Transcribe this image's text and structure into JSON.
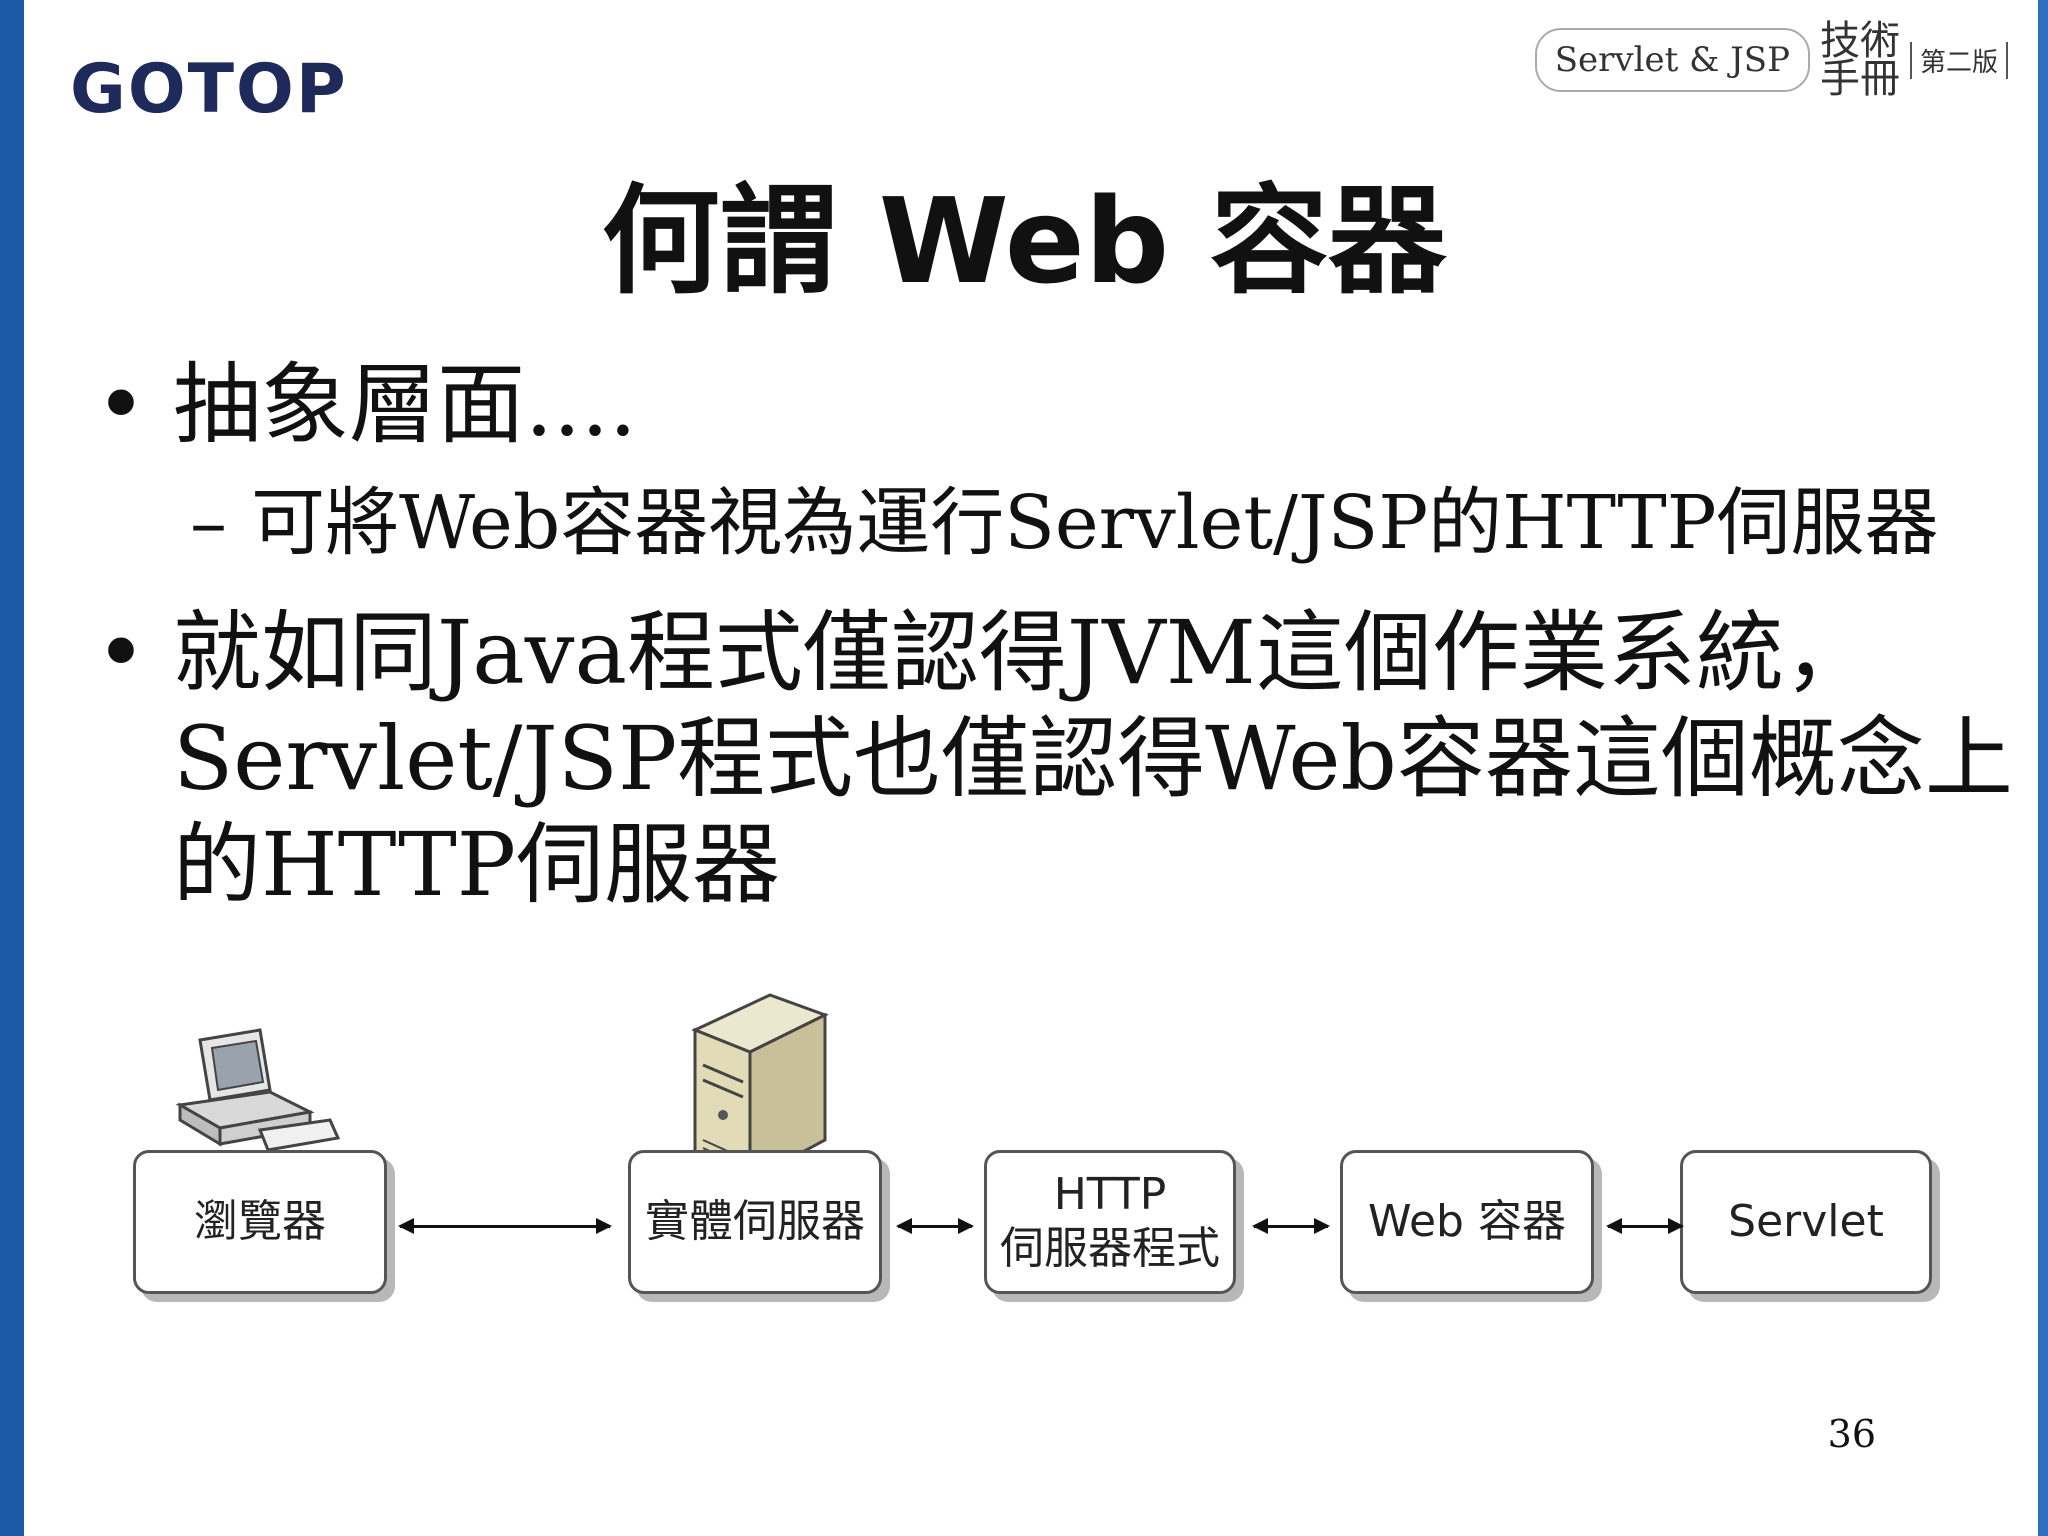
{
  "header": {
    "logo": "GOTOP",
    "brand_book": "Servlet & JSP",
    "brand_calligraphy": "技術手冊",
    "brand_edition": "第二版"
  },
  "title": "何謂 Web 容器",
  "bullets": [
    {
      "text": "抽象層面....",
      "sub": [
        "可將Web容器視為運行Servlet/JSP的HTTP伺服器"
      ]
    },
    {
      "lines": [
        "就如同Java程式僅認得JVM這個作業系統，",
        "Servlet/JSP程式也僅認得Web容器這個概念上",
        "的HTTP伺服器"
      ]
    }
  ],
  "diagram": {
    "icons": [
      "desktop-computer-icon",
      "server-tower-icon"
    ],
    "boxes": [
      "瀏覽器",
      "實體伺服器",
      "HTTP\n伺服器程式",
      "Web 容器",
      "Servlet"
    ]
  },
  "page_number": "36"
}
